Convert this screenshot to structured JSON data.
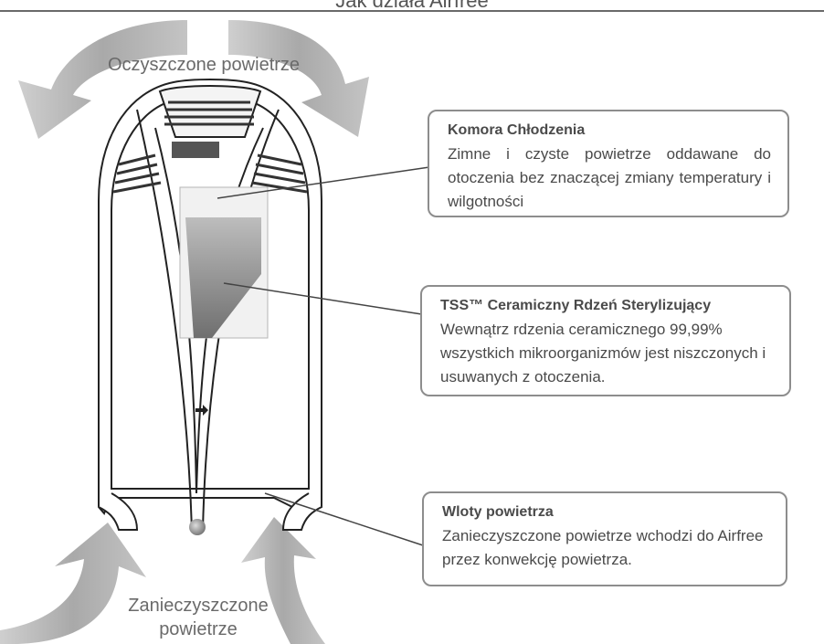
{
  "title": "Jak działa Airfree",
  "flows": {
    "top_label": "Oczyszczone powietrze",
    "bottom_label": "Zanieczyszczone powietrze"
  },
  "callouts": [
    {
      "title": "Komora Chłodzenia",
      "body": "Zimne i czyste powietrze oddawane do otoczenia bez znaczącej zmiany temperatury i wilgotności"
    },
    {
      "title": "TSS™ Ceramiczny Rdzeń Sterylizujący",
      "body": "Wewnątrz rdzenia ceramicznego 99,99% wszystkich mikroorganizmów jest niszczonych i usuwanych z otoczenia."
    },
    {
      "title": "Wloty powietrza",
      "body": "Zanieczyszczone powietrze wchodzi do Airfree przez konwekcję powietrza."
    }
  ],
  "colors": {
    "arrow": "#a8a8a8",
    "device_outline": "#222222",
    "callout_border": "#8d8d8d",
    "core": "#777777"
  }
}
